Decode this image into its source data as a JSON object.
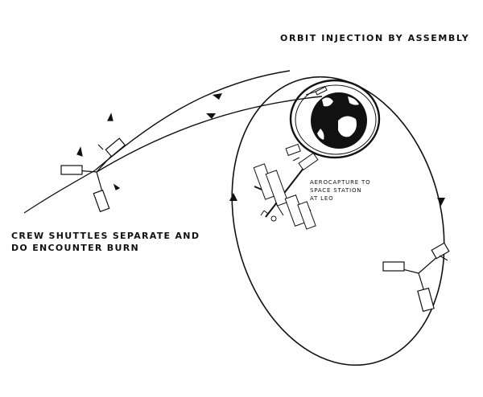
{
  "diagram": {
    "title": "ORBIT INJECTION BY ASSEMBLY",
    "crew_label": [
      "CREW SHUTTLES SEPARATE AND",
      "DO ENCOUNTER BURN"
    ],
    "aerocapture_label": [
      "AEROCAPTURE TO",
      "SPACE STATION",
      "AT LEO"
    ],
    "colors": {
      "ink": "#111111",
      "background": "#ffffff"
    }
  }
}
